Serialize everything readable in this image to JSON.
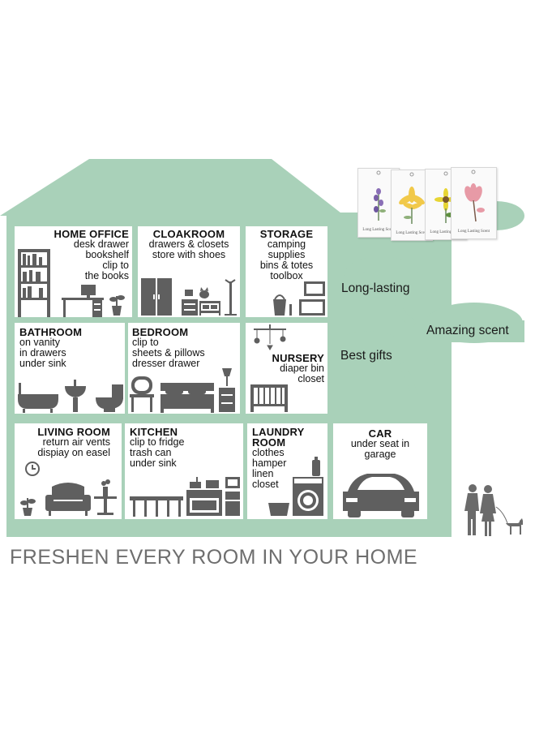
{
  "headline": "FRESHEN EVERY ROOM IN YOUR HOME",
  "colors": {
    "house": "#a9d1b9",
    "icon": "#5f5f5f",
    "text": "#111111",
    "headline": "#6e6e6e"
  },
  "tags": {
    "long_lasting": "Long-lasting",
    "amazing_scent": "Amazing scent",
    "best_gifts": "Best gifts"
  },
  "rooms": {
    "home_office": {
      "title": "HOME OFFICE",
      "lines": [
        "desk drawer",
        "bookshelf",
        "clip to",
        "the books"
      ],
      "icons": [
        "bookshelf-icon",
        "desk-computer-icon",
        "plant-icon"
      ]
    },
    "cloakroom": {
      "title": "CLOAKROOM",
      "lines": [
        "drawers & closets",
        "store with shoes"
      ],
      "icons": [
        "wardrobe-icon",
        "dresser-icon",
        "cat-icon",
        "shoe-rack-icon",
        "coat-rack-icon"
      ]
    },
    "storage": {
      "title": "STORAGE",
      "lines": [
        "camping",
        "supplies",
        "bins & totes",
        "toolbox"
      ],
      "icons": [
        "storage-bins-icon",
        "bucket-icon"
      ]
    },
    "bathroom": {
      "title": "BATHROOM",
      "lines": [
        "on vanity",
        "in drawers",
        "under sink"
      ],
      "icons": [
        "bathtub-icon",
        "sink-icon",
        "toilet-icon"
      ]
    },
    "bedroom": {
      "title": "BEDROOM",
      "lines": [
        "clip to",
        "sheets & pillows",
        "dresser drawer"
      ],
      "icons": [
        "vanity-icon",
        "bed-icon",
        "nightstand-icon"
      ]
    },
    "nursery": {
      "title": "NURSERY",
      "lines": [
        "diaper bin",
        "closet"
      ],
      "icons": [
        "mobile-icon",
        "crib-icon"
      ]
    },
    "living_room": {
      "title": "LIVING ROOM",
      "lines": [
        "return air vents",
        "dispiay on easel"
      ],
      "icons": [
        "clock-icon",
        "armchair-icon",
        "side-table-icon",
        "plant-icon"
      ]
    },
    "kitchen": {
      "title": "KITCHEN",
      "lines": [
        "clip to fridge",
        "trash can",
        "under sink"
      ],
      "icons": [
        "stools-icon",
        "stove-icon",
        "fridge-icon"
      ]
    },
    "laundry": {
      "title_lines": [
        "LAUNDRY",
        "ROOM"
      ],
      "lines": [
        "clothes",
        "hamper",
        "linen",
        "closet"
      ],
      "icons": [
        "washing-machine-icon",
        "basket-icon"
      ]
    },
    "car": {
      "title": "CAR",
      "lines": [
        "under seat in",
        "garage"
      ],
      "icons": [
        "car-icon"
      ]
    }
  },
  "sachets": [
    {
      "text": "Long Lasting Scent",
      "flower": "lavender"
    },
    {
      "text": "Long Lasting Scent",
      "flower": "lily"
    },
    {
      "text": "Long Lasting Scent",
      "flower": "sunflower"
    },
    {
      "text": "Long Lasting Scent",
      "flower": "magnolia"
    }
  ]
}
